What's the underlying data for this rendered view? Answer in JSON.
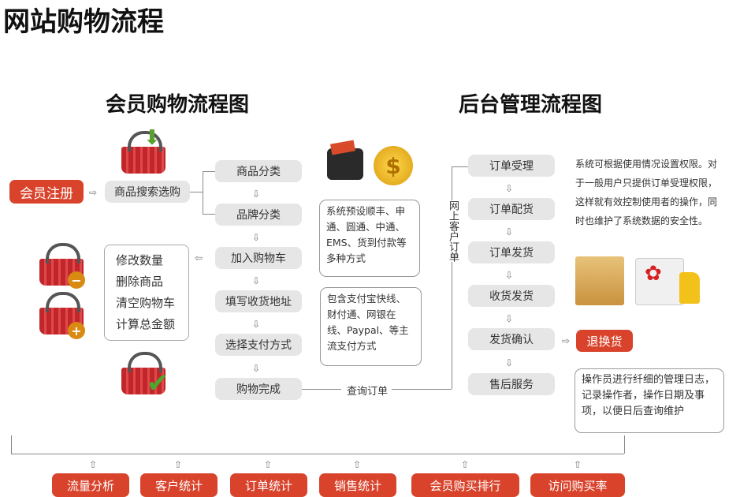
{
  "title": "网站购物流程",
  "left_heading": "会员购物流程图",
  "right_heading": "后台管理流程图",
  "register": "会员注册",
  "search": "商品搜索选购",
  "left_steps": [
    "商品分类",
    "品牌分类",
    "加入购物车",
    "填写收货地址",
    "选择支付方式",
    "购物完成"
  ],
  "cart_actions": [
    "修改数量",
    "删除商品",
    "清空购物车",
    "计算总金额"
  ],
  "shipping_note": "系统预设顺丰、申通、圆通、中通、EMS、货到付款等多种方式",
  "payment_note": "包含支付宝快线、财付通、网银在线、Paypal、等主流支付方式",
  "online_order": "网上客户订单",
  "query_order": "查询订单",
  "right_steps": [
    "订单受理",
    "订单配货",
    "订单发货",
    "收货发货",
    "发货确认",
    "售后服务"
  ],
  "return_label": "退换货",
  "permission_note": "系统可根据使用情况设置权限。对于一般用户只提供订单受理权限，这样就有效控制使用者的操作，同时也维护了系统数据的安全性。",
  "log_note": "操作员进行纤细的管理日志，记录操作者，操作日期及事项，以便日后查询维护",
  "bottom_buttons": [
    "流量分析",
    "客户统计",
    "订单统计",
    "销售统计",
    "会员购买排行",
    "访问购买率"
  ],
  "colors": {
    "accent": "#d9432c",
    "box": "#e6e6e6"
  }
}
